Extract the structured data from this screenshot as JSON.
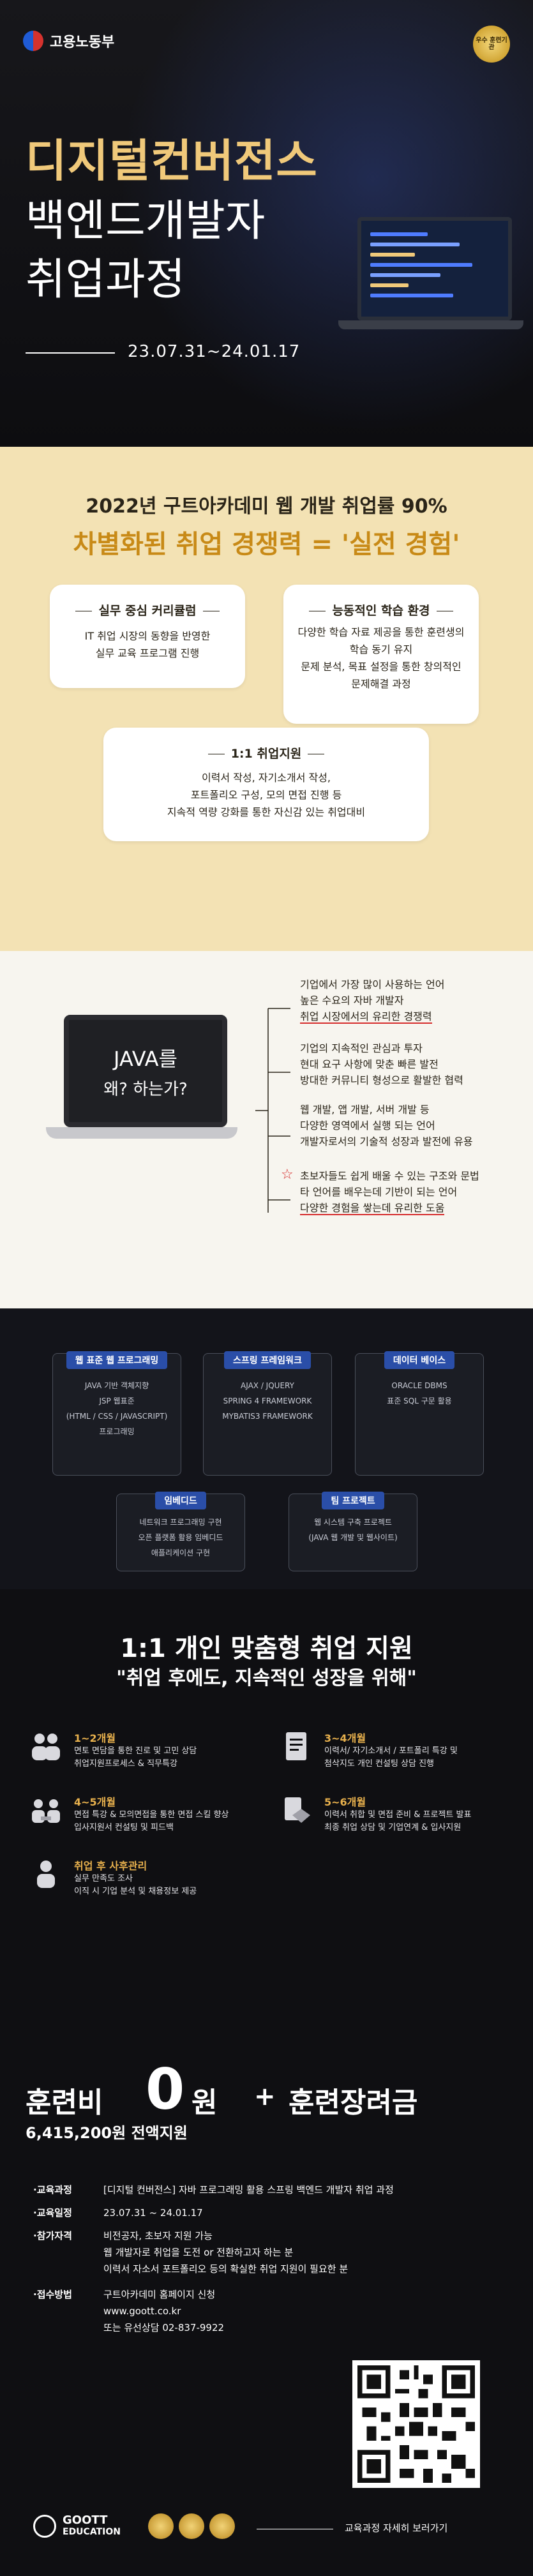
{
  "header": {
    "org_name": "고용노동부",
    "seal_text": "우수 훈련기관"
  },
  "hero": {
    "title_line1": "디지털컨버전스",
    "title_line2": "백엔드개발자",
    "title_line3": "취업과정",
    "period": "23.07.31~24.01.17"
  },
  "highlight": {
    "headline": "2022년 구트아카데미 웹 개발 취업률 90%",
    "subhead": "차별화된 취업 경쟁력 = '실전 경험'",
    "cards": [
      {
        "title": "실무 중심 커리큘럼",
        "lines": [
          "IT 취업 시장의 동향을 반영한",
          "실무 교육 프로그램 진행"
        ]
      },
      {
        "title": "능동적인 학습 환경",
        "lines": [
          "다양한 학습 자료 제공을 통한 훈련생의",
          "학습 동기 유지",
          "문제 분석, 목표 설정을 통한 창의적인",
          "문제해결 과정"
        ]
      },
      {
        "title": "1:1 취업지원",
        "lines": [
          "이력서 작성, 자기소개서 작성,",
          "포트폴리오 구성, 모의 면접 진행 등",
          "지속적 역량 강화를 통한 자신감 있는 취업대비"
        ]
      }
    ]
  },
  "java": {
    "screen_line1": "JAVA를",
    "screen_line2": "왜? 하는가?",
    "reasons": [
      [
        "기업에서 가장 많이 사용하는 언어",
        "높은 수요의 자바 개발자",
        "취업 시장에서의 유리한 경쟁력"
      ],
      [
        "기업의 지속적인 관심과 투자",
        "현대 요구 사항에 맞춘 빠른 발전",
        "방대한 커뮤니티 형성으로 활발한 협력"
      ],
      [
        "웹 개발, 앱 개발, 서버 개발 등",
        "다양한 영역에서 실행 되는 언어",
        "개발자로서의 기술적 성장과 발전에 유용"
      ],
      [
        "초보자들도 쉽게 배울 수 있는 구조와 문법",
        "타 언어를 배우는데 기반이 되는 언어",
        "다양한 경험을 쌓는데 유리한 도움"
      ]
    ]
  },
  "curriculum": [
    {
      "title": "웹 표준 웹 프로그래밍",
      "items": [
        "JAVA 기반 객체지향",
        "JSP 웹표준",
        "(HTML / CSS / JAVASCRIPT)",
        "프로그래밍"
      ]
    },
    {
      "title": "스프링 프레임워크",
      "items": [
        "AJAX / JQUERY",
        "SPRING 4 FRAMEWORK",
        "MYBATIS3 FRAMEWORK"
      ]
    },
    {
      "title": "데이터 베이스",
      "items": [
        "ORACLE DBMS",
        "표준 SQL 구문 활용"
      ]
    },
    {
      "title": "임베디드",
      "items": [
        "네트워크 프로그래밍 구현",
        "오픈 플랫폼 활용 임베디드",
        "애플리케이션 구현"
      ]
    },
    {
      "title": "팀 프로젝트",
      "items": [
        "웹 시스템 구축 프로젝트",
        "(JAVA 웹 개발 및 웹사이트)"
      ]
    }
  ],
  "support": {
    "headline": "1:1 개인 맞춤형 취업 지원",
    "subhead": "\"취업 후에도, 지속적인 성장을 위해\"",
    "items": [
      {
        "title": "1~2개월",
        "desc1": "면토 면담을 통한 진로 및 고민 상담",
        "desc2": "취업지원프로세스 & 직무특강",
        "icon": "mentor-icon"
      },
      {
        "title": "3~4개월",
        "desc1": "이력서/ 자기소개서 / 포트폴리 특강 및",
        "desc2": "첨삭지도 개인 컨설팅 상담 진행",
        "icon": "document-icon"
      },
      {
        "title": "4~5개월",
        "desc1": "면접 특강 & 모의면접을 통한 면접 스킬 향상",
        "desc2": "입사지원서 컨설팅 및 피드백",
        "icon": "interview-icon"
      },
      {
        "title": "5~6개월",
        "desc1": "이력서 취합 및 면접 준비 & 프로젝트 발표",
        "desc2": "최종 취업 상담 및 기업연계 & 입사지원",
        "icon": "handshake-icon"
      },
      {
        "title": "취업 후 사후관리",
        "desc1": "실무 만족도 조사",
        "desc2": "이직 시 기업 분석 및 채용정보 제공",
        "icon": "aftercare-icon"
      }
    ]
  },
  "fee": {
    "label": "훈련비",
    "amount": "0",
    "unit": "원",
    "plus": "+",
    "bonus": "훈련장려금",
    "sub": "6,415,200원 전액지원"
  },
  "info": {
    "rows": [
      {
        "key": "·교육과정",
        "values": [
          "[디지털 컨버전스] 자바 프로그래밍 활용 스프링 백엔드 개발자 취업 과정"
        ]
      },
      {
        "key": "·교육일정",
        "values": [
          "23.07.31 ~ 24.01.17"
        ]
      },
      {
        "key": "·참가자격",
        "values": [
          "비전공자, 초보자 지원 가능",
          "웹 개발자로 취업을 도전 or 전환하고자 하는 분",
          "이력서 자소서 포트폴리오 등의 확실한 취업 지원이 필요한 분"
        ]
      },
      {
        "key": "·접수방법",
        "values": [
          "구트아카데미 홈페이지 신청",
          "www.goott.co.kr",
          "또는 유선상담 02-837-9922"
        ]
      }
    ],
    "brand_line1": "GOOTT",
    "brand_line2": "EDUCATION",
    "link_text": "교육과정 자세히 보러가기"
  }
}
